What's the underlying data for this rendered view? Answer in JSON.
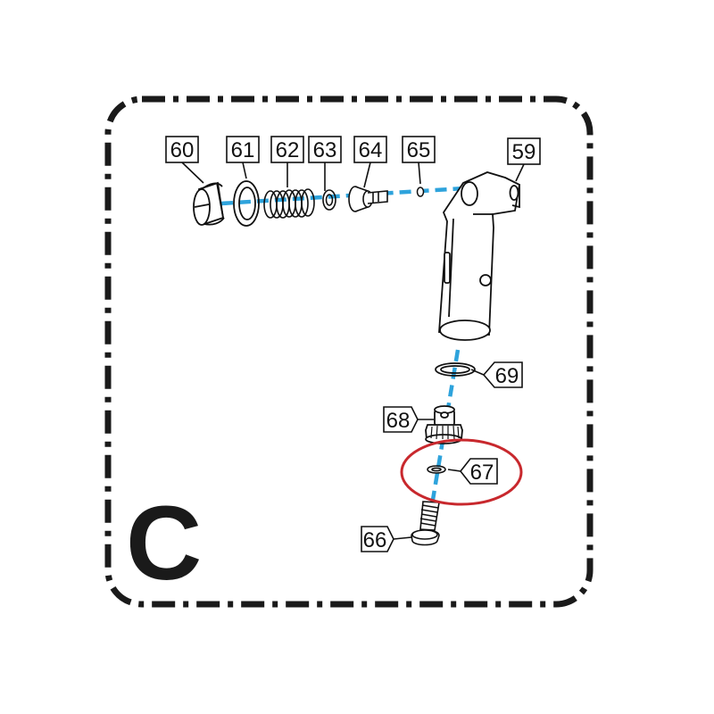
{
  "section": {
    "letter": "C"
  },
  "callouts": {
    "c59": "59",
    "c60": "60",
    "c61": "61",
    "c62": "62",
    "c63": "63",
    "c64": "64",
    "c65": "65",
    "c66": "66",
    "c67": "67",
    "c68": "68",
    "c69": "69"
  },
  "colors": {
    "frame": "#1a1a1a",
    "axis": "#2ea3dc",
    "highlight": "#c8282d",
    "line": "#111111"
  },
  "highlighted_part": "67"
}
